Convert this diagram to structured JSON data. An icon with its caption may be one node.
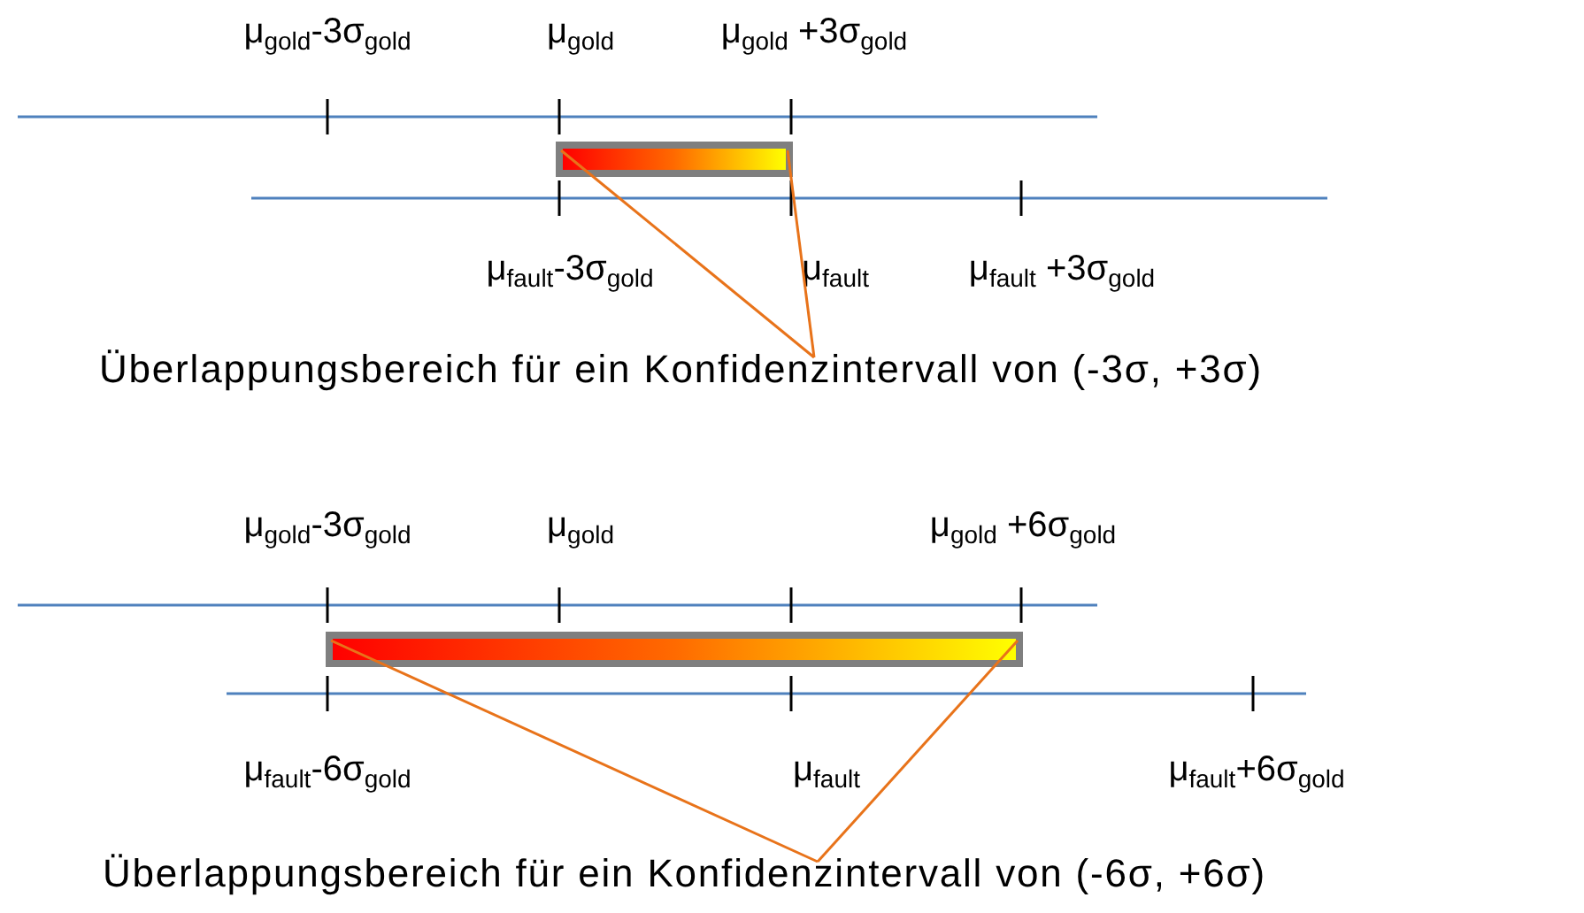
{
  "diagram": {
    "nodes": [
      {
        "text": [],
        "shape": "bar"
      },
      {
        "text": [
          "Überlappungsbereich für ein Konfidenzintervall von (-3σ, +3σ)"
        ]
      },
      {
        "text": [],
        "shape": "bar"
      },
      {
        "text": [
          "Überlappungsbereich für ein Konfidenzintervall von (-6σ, +6σ)"
        ]
      }
    ],
    "edges": [
      {
        "from": 1,
        "to": 0,
        "arrow": "none",
        "color": "#e8731a"
      },
      {
        "from": 1,
        "to": 0,
        "arrow": "none",
        "color": "#e8731a"
      },
      {
        "from": 3,
        "to": 2,
        "arrow": "none",
        "color": "#e8731a"
      },
      {
        "from": 3,
        "to": 2,
        "arrow": "none",
        "color": "#e8731a"
      }
    ],
    "labels": [
      "μ$_{gold}$-3σ$_{gold}$",
      "μ$_{gold}$",
      "μ$_{gold}$ +3σ$_{gold}$",
      "μ$_{fault}$-3σ$_{gold}$",
      "μ$_{fault}$",
      "μ$_{fault}$ +3σ$_{gold}$",
      "μ$_{gold}$-3σ$_{gold}$",
      "μ$_{gold}$",
      "μ$_{gold}$ +6σ$_{gold}$",
      "μ$_{fault}$-6σ$_{gold}$",
      "μ$_{fault}$",
      "μ$_{fault}$+6σ$_{gold}$"
    ]
  }
}
